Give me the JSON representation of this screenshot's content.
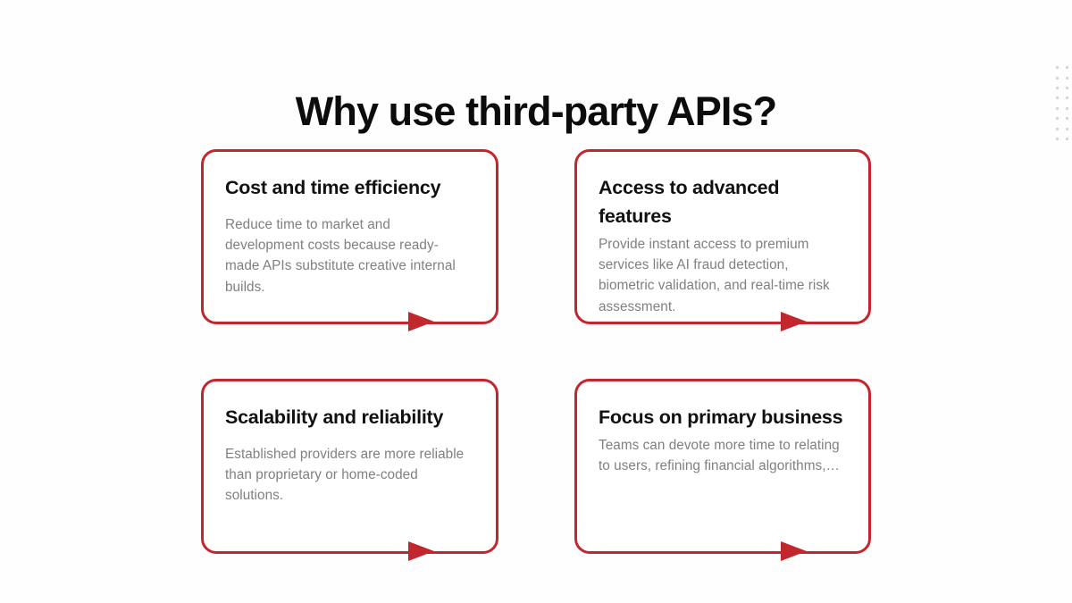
{
  "slide": {
    "title": "Why use third-party APIs?",
    "background_color": "#fefefe",
    "accent_color": "#c1272d",
    "heading_color": "#111111",
    "body_color": "#808083",
    "decoration": {
      "name": "dot-grid",
      "columns": 2,
      "rows": 8,
      "dot_color": "#d6d6da"
    },
    "cards": [
      {
        "heading": "Cost and time efficiency",
        "body": "Reduce time to market and development costs because ready-made APIs substitute creative internal builds.",
        "arrow": "arrow-right"
      },
      {
        "heading": "Access to advanced features",
        "body": "Provide instant access to premium services like AI fraud detection, biometric validation, and real-time risk assessment.",
        "arrow": "arrow-right"
      },
      {
        "heading": "Scalability and reliability",
        "body": "Established providers are more reliable than proprietary or home-coded solutions.",
        "arrow": "arrow-right"
      },
      {
        "heading": "Focus on primary business",
        "body": "Teams can devote more time to relating to users, refining financial algorithms,…",
        "arrow": "arrow-right"
      }
    ]
  }
}
